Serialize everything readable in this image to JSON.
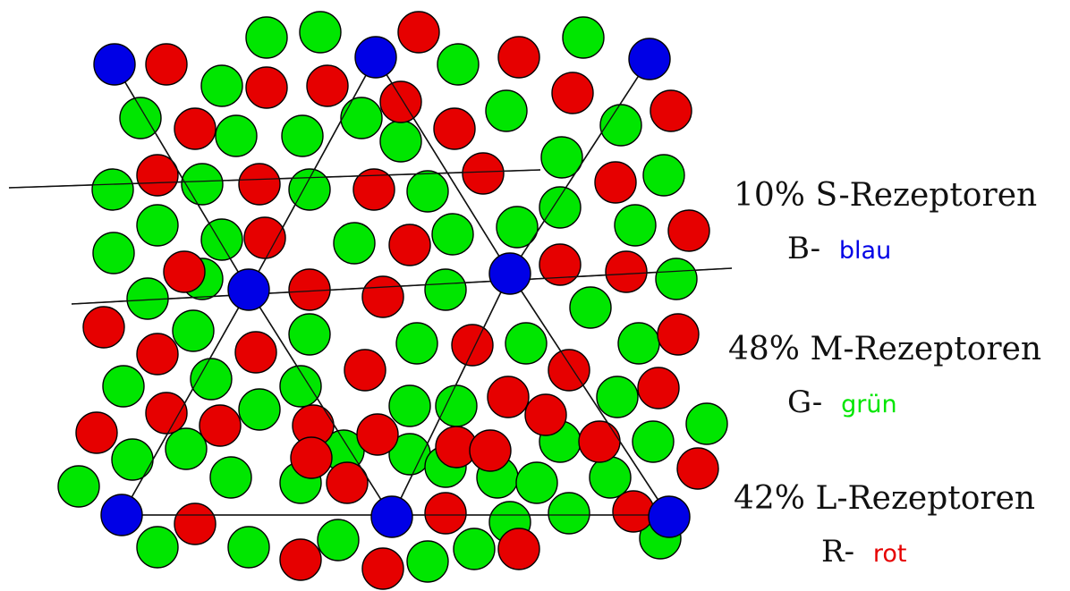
{
  "colors": {
    "S": "#0000e6",
    "M": "#00e600",
    "L": "#e60000",
    "outline": "#000000",
    "lattice": "#111111"
  },
  "legend": [
    {
      "id": "S",
      "percent": "10%",
      "name": "S-Rezeptoren",
      "key": "B-",
      "value": "blau",
      "color": "#0000e6"
    },
    {
      "id": "M",
      "percent": "48%",
      "name": "M-Rezeptoren",
      "key": "G-",
      "value": "grün",
      "color": "#00e600"
    },
    {
      "id": "L",
      "percent": "42%",
      "name": "L-Rezeptoren",
      "key": "R-",
      "value": "rot",
      "color": "#e60000"
    }
  ]
}
